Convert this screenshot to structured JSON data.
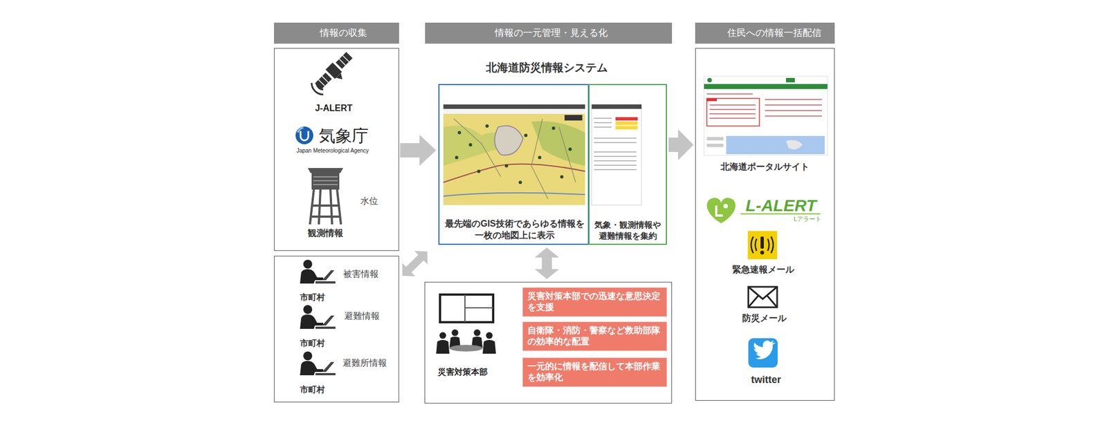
{
  "diagram": {
    "nodes": [
      {
        "text": [
          "情報の収集"
        ]
      },
      {
        "text": [
          "J-ALERT",
          "気象庁",
          "Japan Meteorological Agency",
          "水位",
          "観測情報"
        ]
      },
      {
        "text": [
          "被害情報",
          "市町村",
          "避難情報",
          "市町村",
          "避難所情報",
          "市町村"
        ]
      },
      {
        "text": [
          "情報の一元管理・見える化"
        ]
      },
      {
        "text": [
          "最先端のGIS技術であらゆる情報を 一枚の地図上に表示"
        ]
      },
      {
        "text": [
          "気象・観測情報や 避難情報を集約"
        ]
      },
      {
        "text": [
          "災害対策本部"
        ]
      },
      {
        "text": [
          "災害対策本部での迅速な意思決定を支援"
        ],
        "in": 6
      },
      {
        "text": [
          "自衛隊・消防・警察など救助部隊の効率的な配置"
        ],
        "in": 6
      },
      {
        "text": [
          "一元的に情報を配信して本部作業を効率化"
        ],
        "in": 6
      },
      {
        "text": [
          "住民への情報一括配信"
        ]
      },
      {
        "text": [
          "北海道ポータルサイト",
          "L-ALERT",
          "Lアラート",
          "緊急速報メール",
          "防災メール",
          "twitter"
        ]
      }
    ],
    "edges": [
      {
        "from": 1,
        "to": 4,
        "arrow": "to"
      },
      {
        "from": 5,
        "to": 11,
        "arrow": "to"
      },
      {
        "from": 4,
        "to": 6,
        "arrow": "both"
      },
      {
        "from": 2,
        "to": 4,
        "arrow": "both"
      }
    ],
    "labels": [
      "北海道防災情報システム"
    ]
  }
}
